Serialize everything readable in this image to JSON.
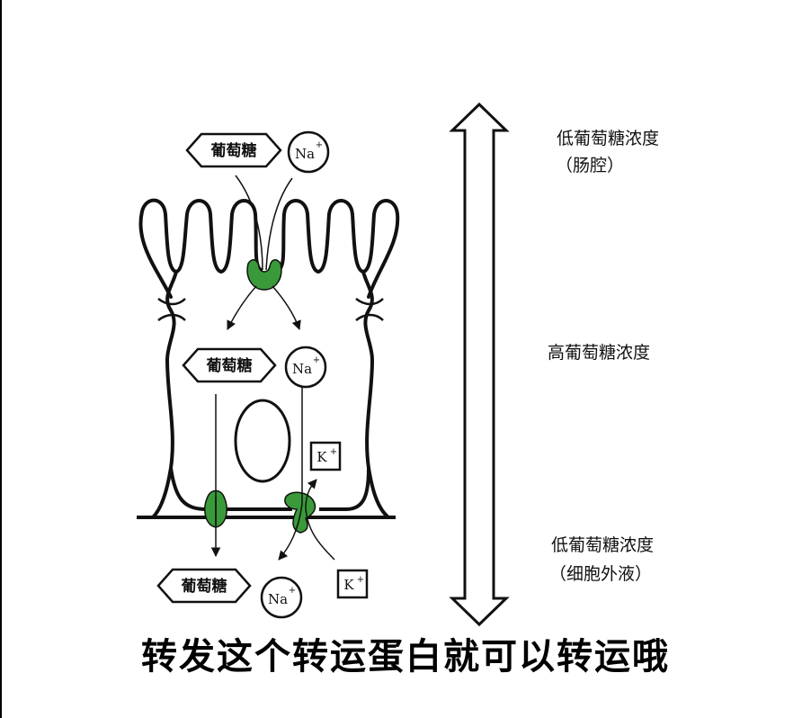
{
  "molecules": {
    "glucose": "葡萄糖",
    "sodium": "Na",
    "potassium": "K",
    "plus": "+"
  },
  "labels": {
    "lumen_line1": "低葡萄糖浓度",
    "lumen_line2": "（肠腔）",
    "cell": "高葡萄糖浓度",
    "ecf_line1": "低葡萄糖浓度",
    "ecf_line2": "（细胞外液）"
  },
  "caption": "转发这个转运蛋白就可以转运哦",
  "colors": {
    "protein": "#3a9a3a",
    "outline": "#111111"
  }
}
